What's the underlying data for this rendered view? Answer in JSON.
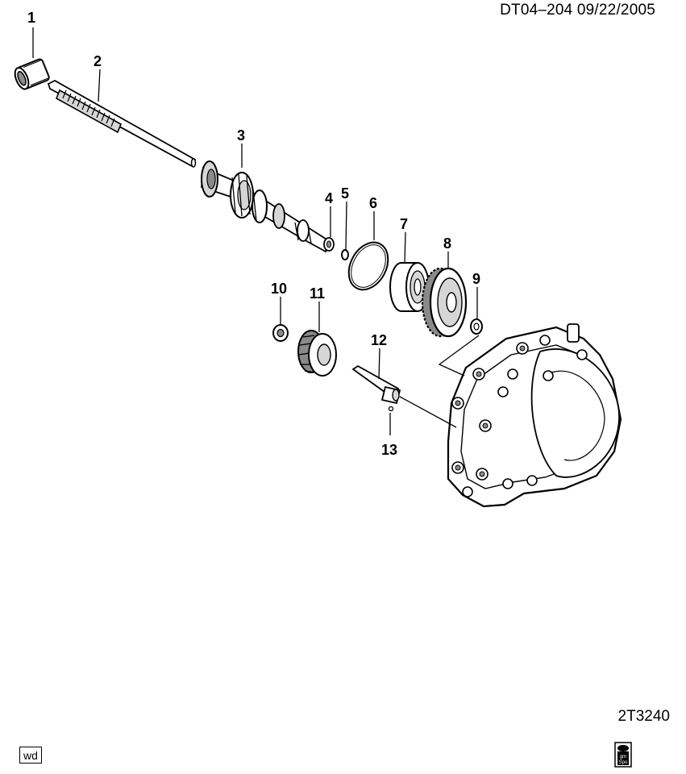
{
  "header": {
    "code": "DT04–204  09/22/2005"
  },
  "footer": {
    "drawing_code": "2T3240",
    "badge": "wd",
    "logo_text": "gm\nSpo"
  },
  "callouts": [
    "1",
    "2",
    "3",
    "4",
    "5",
    "6",
    "7",
    "8",
    "9",
    "10",
    "11",
    "12",
    "13"
  ],
  "colors": {
    "ink": "#000000",
    "paper": "#ffffff",
    "shade": "#8a8a8a",
    "light": "#d6d6d6"
  }
}
